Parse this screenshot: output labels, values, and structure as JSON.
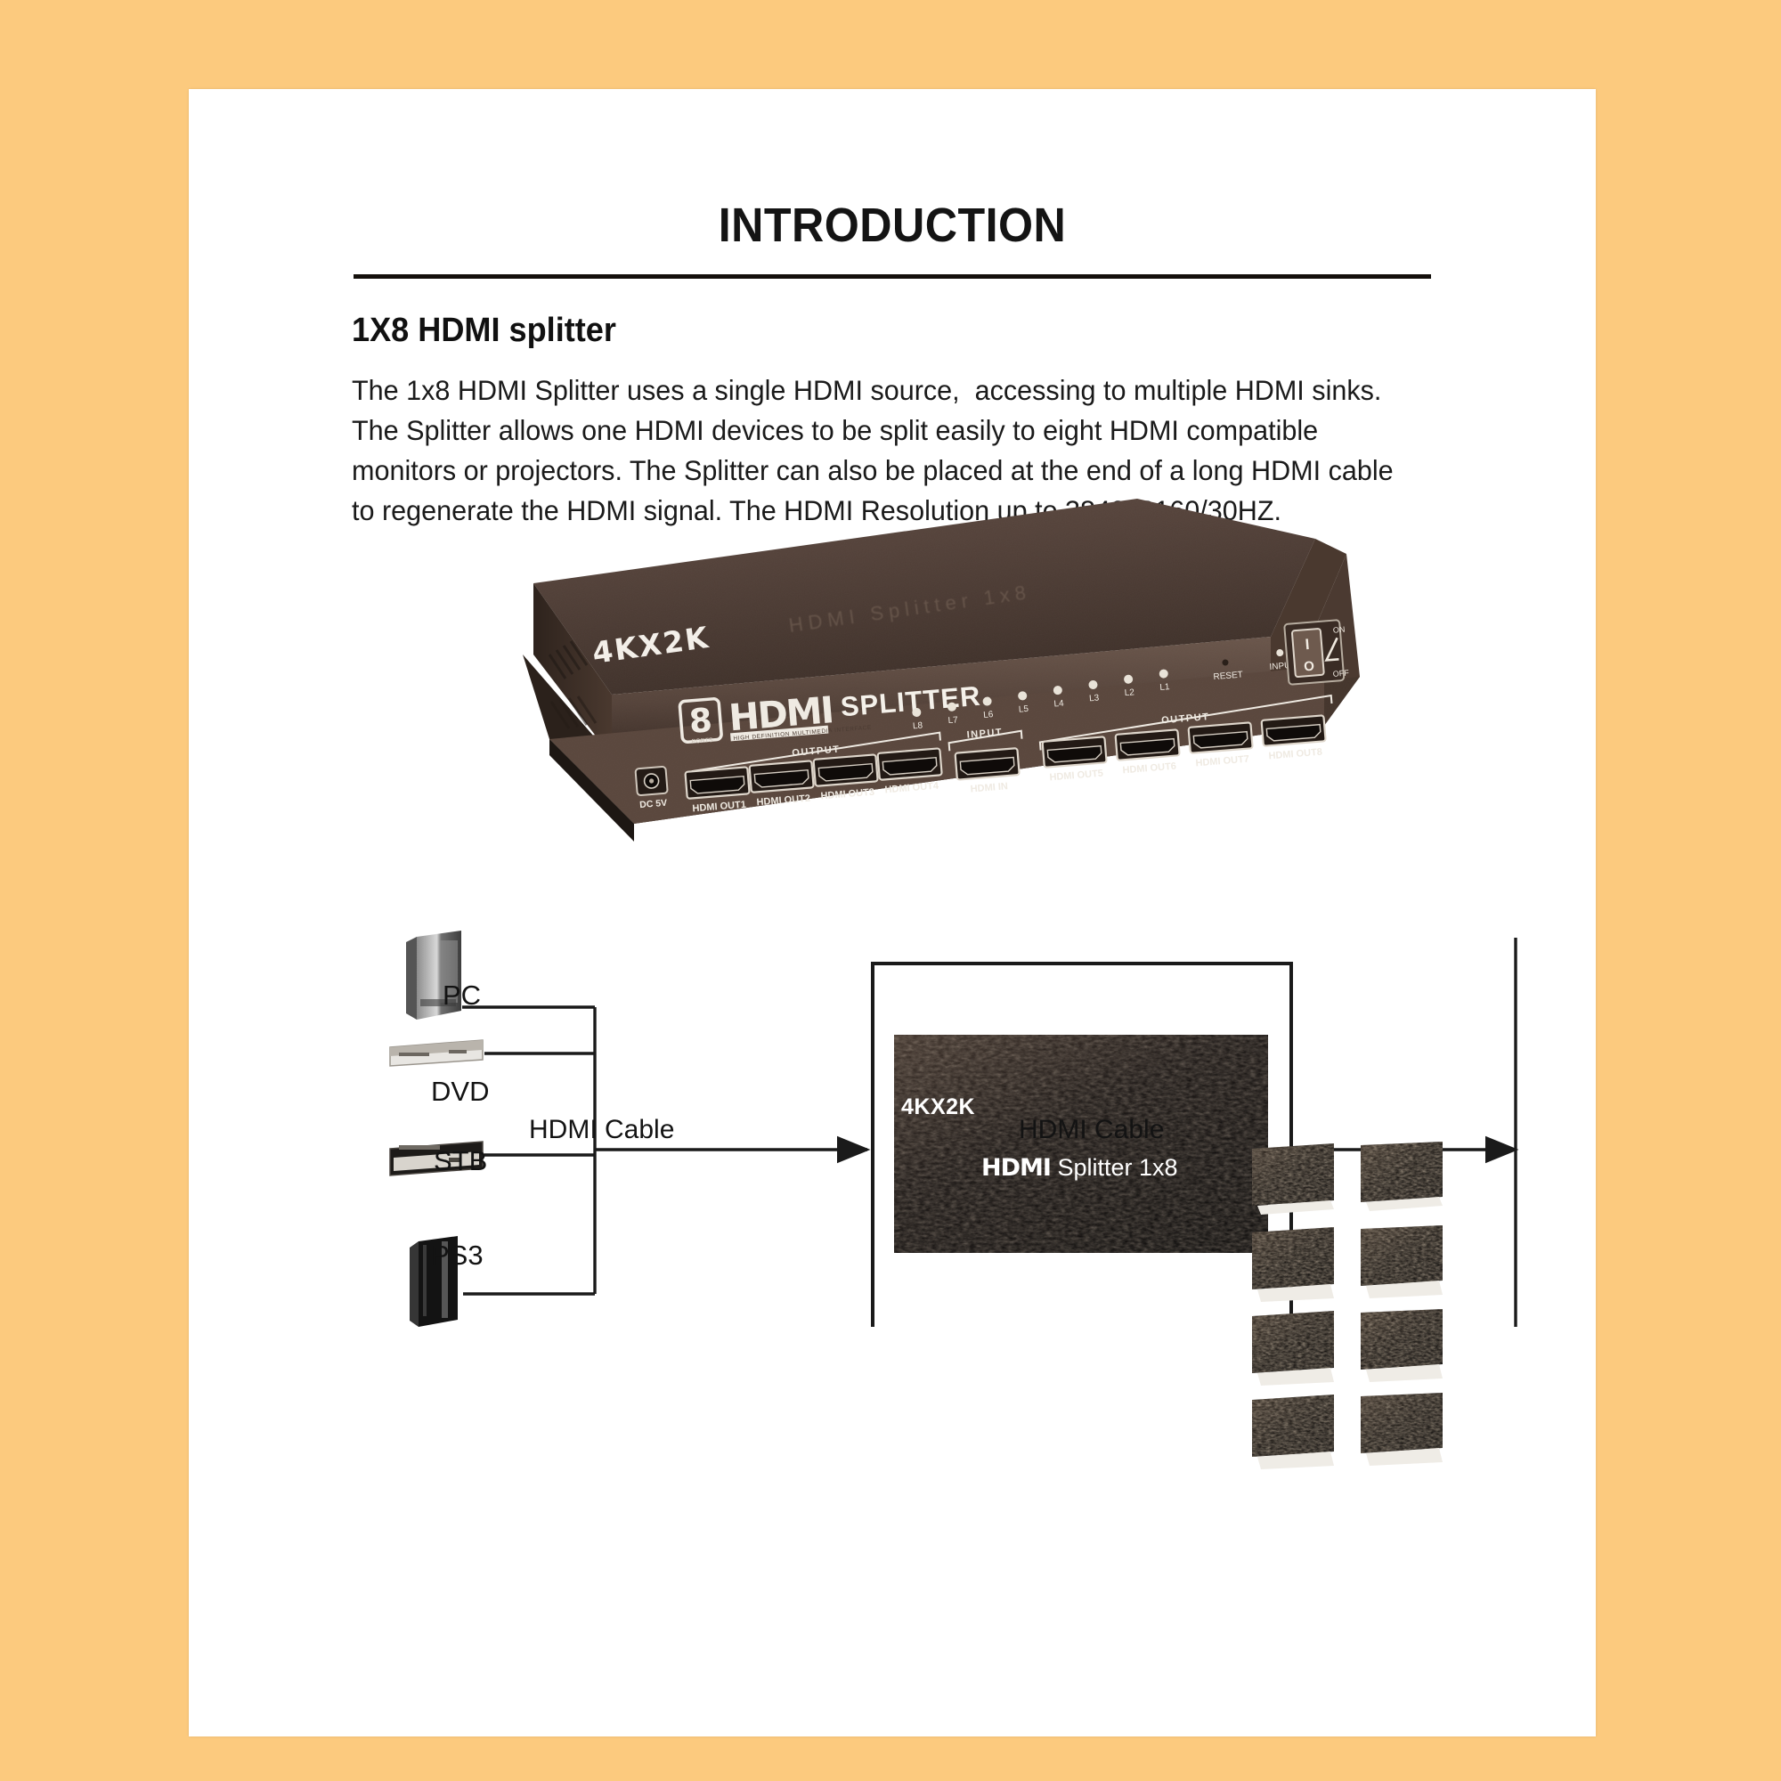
{
  "page": {
    "background_color": "#fcca7e",
    "sheet_color": "#ffffff"
  },
  "header": {
    "title": "INTRODUCTION"
  },
  "intro": {
    "heading": "1X8 HDMI splitter",
    "body": "The 1x8 HDMI Splitter uses a single HDMI source,  accessing to multiple HDMI sinks. The Splitter allows one HDMI devices to be split easily to eight HDMI compatible monitors or projectors. The Splitter can also be placed at the end of a long HDMI cable to regenerate the HDMI signal. The HDMI Resolution up to 3840x2160/30HZ."
  },
  "product_photo": {
    "top_badge": "4KX2K",
    "front_brand_count": "8",
    "front_brand": "HDMI",
    "front_brand_sub": "HIGH DEFINITION MULTIMEDIA INTERFACE",
    "front_label": "SPLITTER",
    "power_jack_label": "DC 5V",
    "output_group_label_front": "OUTPUT",
    "output_group_label_rear": "OUTPUT",
    "input_group_label": "INPUT",
    "front_ports": [
      "HDMI OUT1",
      "HDMI OUT2",
      "HDMI OUT3",
      "HDMI OUT4"
    ],
    "input_port": "HDMI IN",
    "rear_ports": [
      "HDMI OUT5",
      "HDMI OUT6",
      "HDMI OUT7",
      "HDMI OUT8"
    ],
    "led_labels": [
      "L8",
      "L7",
      "L6",
      "L5",
      "L4",
      "L3",
      "L2",
      "L1"
    ],
    "reset_label": "RESET",
    "input_led_label": "INPUT",
    "switch_on_label": "ON",
    "switch_off_label": "OFF",
    "switch_symbol_on": "I",
    "switch_symbol_off": "O"
  },
  "diagram": {
    "sources": [
      {
        "label": "PC",
        "icon": "pc-tower-icon"
      },
      {
        "label": "DVD",
        "icon": "dvd-player-icon"
      },
      {
        "label": "STB",
        "icon": "set-top-box-icon"
      },
      {
        "label": "PS3",
        "icon": "ps3-console-icon"
      }
    ],
    "input_cable_label": "HDMI  Cable",
    "output_cable_label": "HDMI  Cable",
    "splitter_box": {
      "badge": "4KX2K",
      "brand": "HDMI",
      "model": "Splitter 1x8"
    },
    "monitor_count": 8,
    "monitor_icon": "tv-monitor-icon"
  }
}
